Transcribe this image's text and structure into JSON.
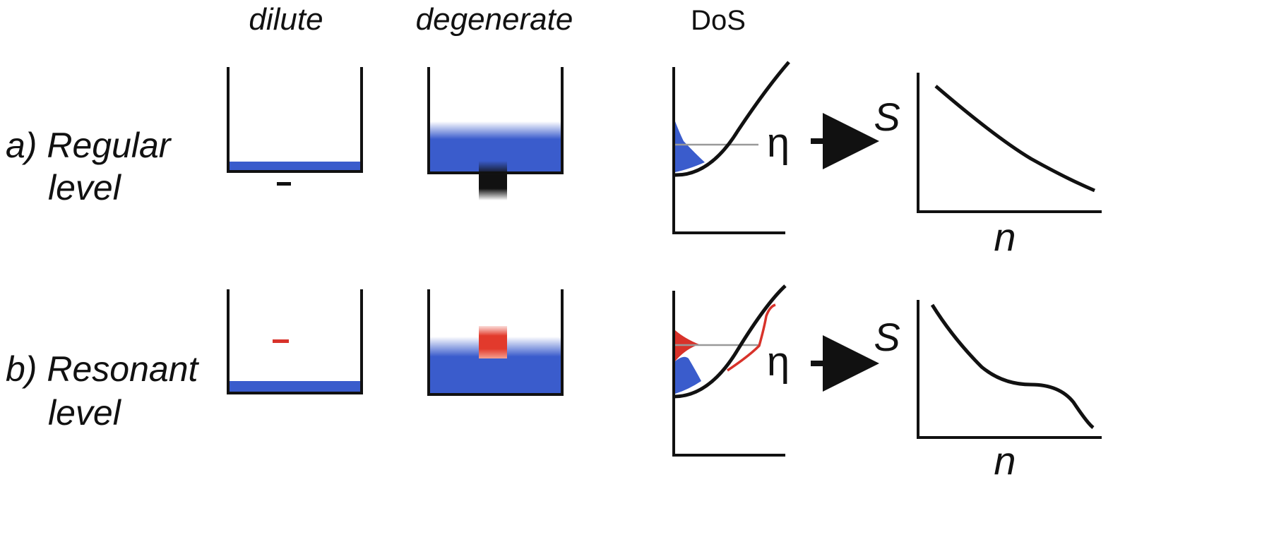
{
  "columns": {
    "dilute": "dilute",
    "degenerate": "degenerate",
    "dos": "DoS"
  },
  "rows": [
    {
      "label_line1": "a) Regular",
      "label_line2": "level",
      "kind": "regular"
    },
    {
      "label_line1": "b) Resonant",
      "label_line2": "level",
      "kind": "resonant"
    }
  ],
  "symbols": {
    "fermi_level": "η",
    "y_axis": "S",
    "x_axis": "n"
  },
  "colors": {
    "electron_fill": "#3a5ccc",
    "resonant_level": "#d8322a",
    "outline": "#111111"
  }
}
